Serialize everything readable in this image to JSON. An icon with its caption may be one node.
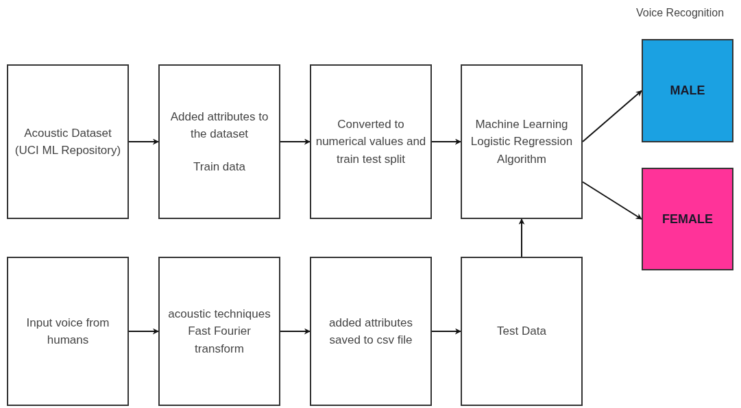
{
  "diagram": {
    "title": "Voice Recognition",
    "nodes": [
      {
        "text": [
          "Acoustic Dataset (UCI ML Repository)"
        ]
      },
      {
        "text": [
          "Added attributes to the dataset",
          "Train data"
        ]
      },
      {
        "text": [
          "Converted to numerical values and train test split"
        ]
      },
      {
        "text": [
          "Machine Learning Logistic Regression Algorithm"
        ]
      },
      {
        "text": [
          "MALE"
        ]
      },
      {
        "text": [
          "FEMALE"
        ]
      },
      {
        "text": [
          "Input voice from humans"
        ]
      },
      {
        "text": [
          "acoustic techniques Fast Fourier transform"
        ]
      },
      {
        "text": [
          "added attributes saved to csv file"
        ]
      },
      {
        "text": [
          "Test Data"
        ]
      }
    ],
    "edges": [
      {
        "from": 0,
        "to": 1,
        "arrow": "to"
      },
      {
        "from": 1,
        "to": 2,
        "arrow": "to"
      },
      {
        "from": 2,
        "to": 3,
        "arrow": "to"
      },
      {
        "from": 3,
        "to": 4,
        "arrow": "to"
      },
      {
        "from": 3,
        "to": 5,
        "arrow": "to"
      },
      {
        "from": 6,
        "to": 7,
        "arrow": "to"
      },
      {
        "from": 7,
        "to": 8,
        "arrow": "to"
      },
      {
        "from": 8,
        "to": 9,
        "arrow": "to"
      },
      {
        "from": 9,
        "to": 3,
        "arrow": "to"
      }
    ]
  }
}
